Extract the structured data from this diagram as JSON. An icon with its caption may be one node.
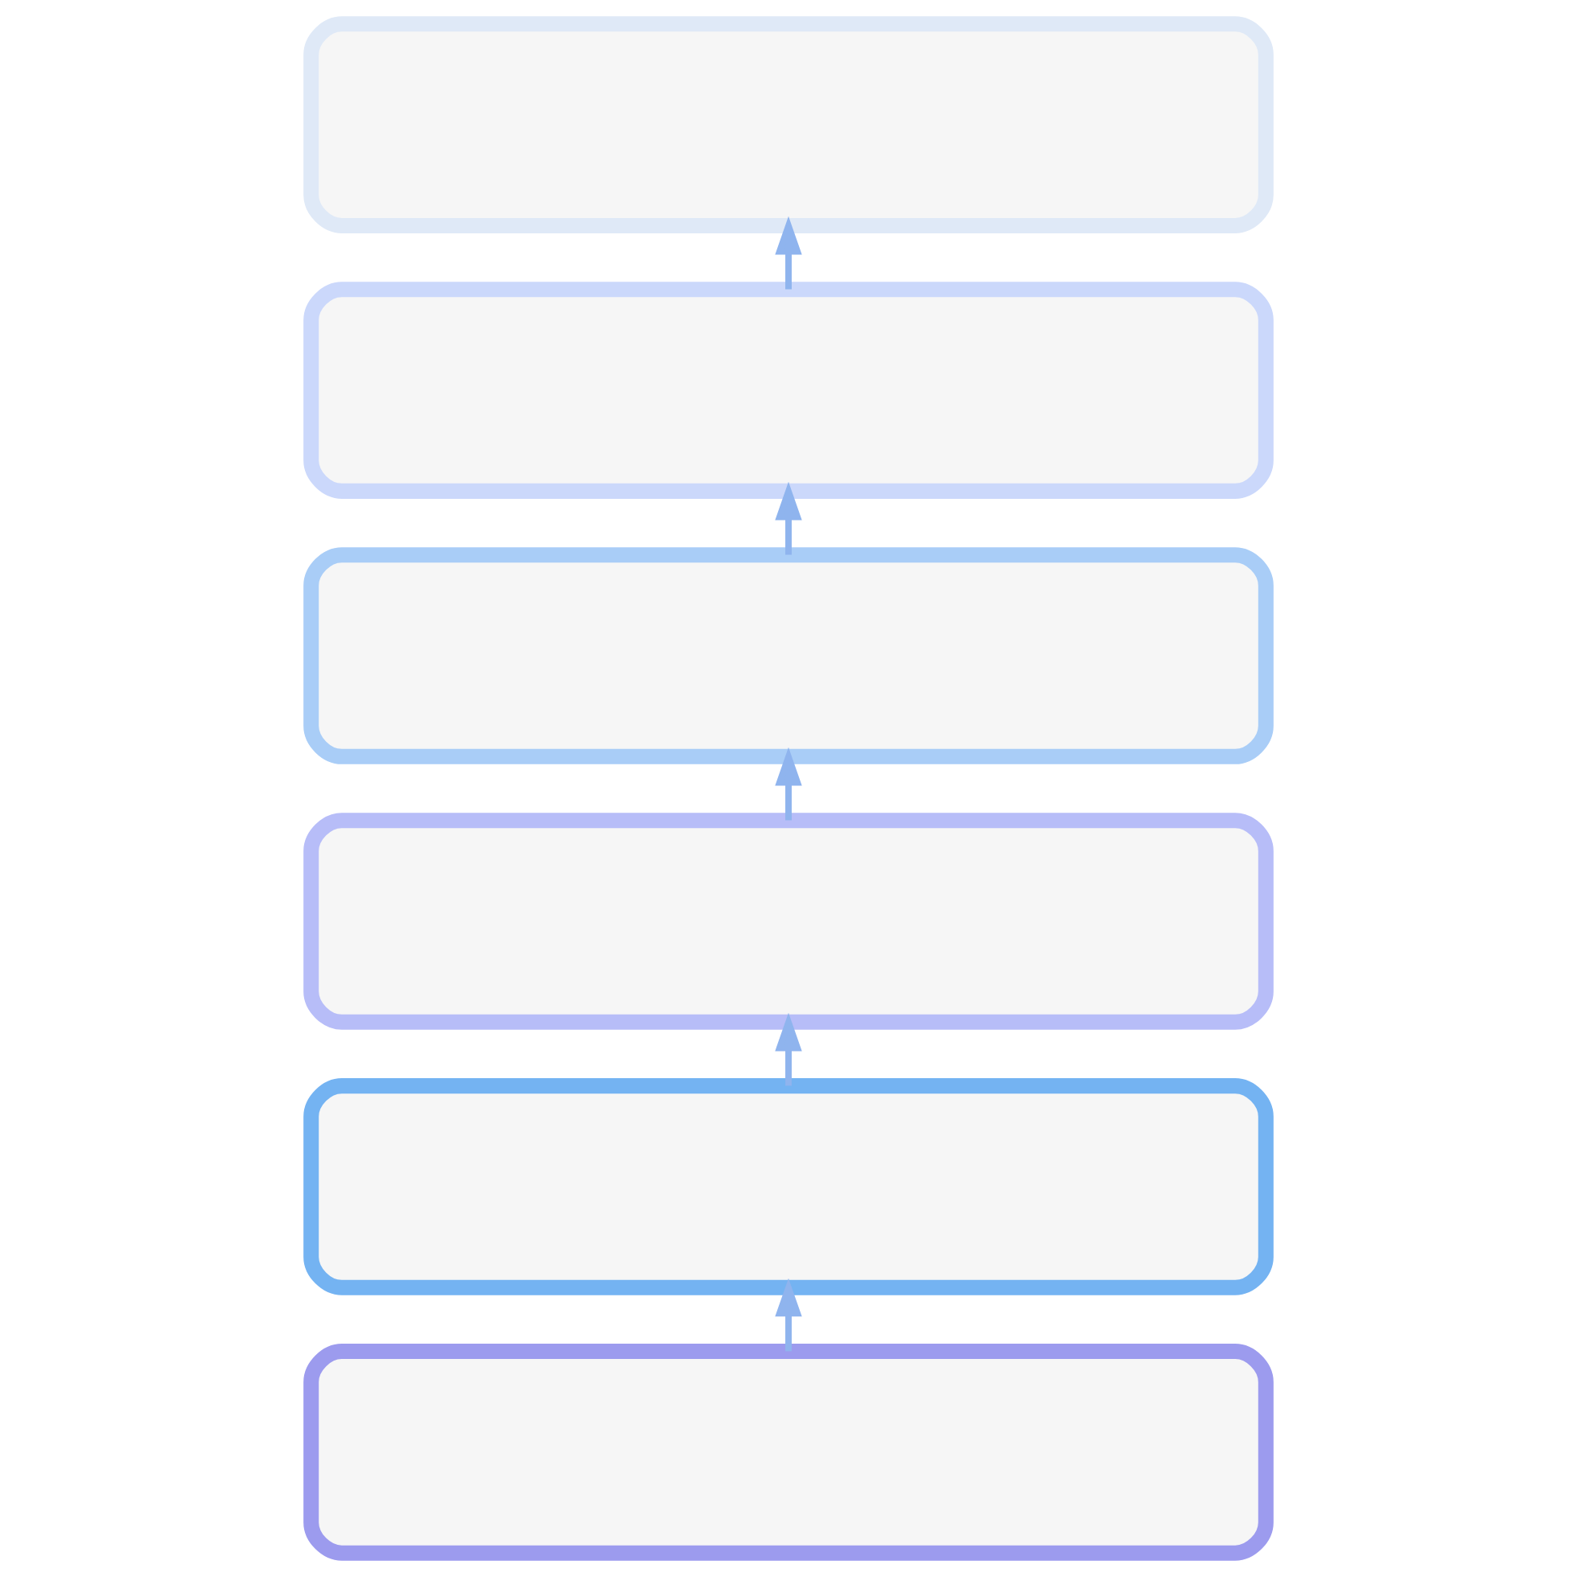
{
  "diagram": {
    "nodes": [
      {
        "text": [],
        "shape": "box"
      },
      {
        "text": [],
        "shape": "box"
      },
      {
        "text": [],
        "shape": "box"
      },
      {
        "text": [],
        "shape": "box"
      },
      {
        "text": [],
        "shape": "box"
      },
      {
        "text": [],
        "shape": "box"
      }
    ],
    "edges": [
      {
        "from": 5,
        "to": 4,
        "arrow": "to"
      },
      {
        "from": 4,
        "to": 3,
        "arrow": "to"
      },
      {
        "from": 3,
        "to": 2,
        "arrow": "to"
      },
      {
        "from": 2,
        "to": 1,
        "arrow": "to"
      },
      {
        "from": 1,
        "to": 0,
        "arrow": "to"
      }
    ]
  }
}
